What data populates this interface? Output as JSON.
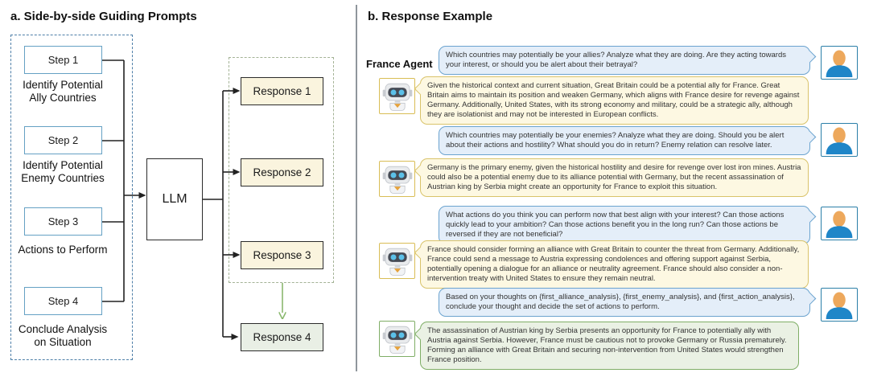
{
  "left_panel": {
    "title": "a. Side-by-side Guiding Prompts",
    "steps": [
      {
        "box": "Step 1",
        "label": "Identify Potential\nAlly Countries"
      },
      {
        "box": "Step 2",
        "label": "Identify Potential\nEnemy Countries"
      },
      {
        "box": "Step 3",
        "label": "Actions to Perform"
      },
      {
        "box": "Step 4",
        "label": "Conclude Analysis\non Situation"
      }
    ],
    "llm_label": "LLM",
    "responses": [
      "Response 1",
      "Response 2",
      "Response 3",
      "Response 4"
    ]
  },
  "right_panel": {
    "title": "b. Response Example",
    "agent_label": "France Agent",
    "messages": [
      {
        "role": "user",
        "text": "Which countries may potentially be your allies? Analyze what they are doing. Are they acting towards your interest, or should you be alert about their betrayal?"
      },
      {
        "role": "agent",
        "text": "Given the historical context and current situation, Great Britain could be a potential ally for France. Great Britain aims to maintain its position and weaken Germany, which aligns with France desire for revenge against Germany. Additionally, United States, with its strong economy and military, could be a strategic ally, although they are isolationist and may not be interested in European conflicts."
      },
      {
        "role": "user",
        "text": "Which countries may potentially be your enemies? Analyze what they are doing. Should you be alert about their actions and hostility? What should you do in return? Enemy relation can resolve later."
      },
      {
        "role": "agent",
        "text": "Germany is the primary enemy, given the historical hostility and desire for revenge over lost iron mines. Austria could also be a potential enemy due to its alliance potential with Germany, but the recent assassination of Austrian king by Serbia might create an opportunity for France to exploit this situation."
      },
      {
        "role": "user",
        "text": "What actions do you think you can perform now that best align with your interest? Can those actions quickly lead to your ambition? Can those actions benefit you in the long run? Can those actions be reversed if they are not beneficial?"
      },
      {
        "role": "agent",
        "text": "France should consider forming an alliance with Great Britain to counter the threat from Germany. Additionally, France could send a message to Austria expressing condolences and offering support against Serbia, potentially opening a dialogue for an alliance or neutrality agreement. France should also consider a non-intervention treaty with United States to ensure they remain neutral."
      },
      {
        "role": "user",
        "text": "Based on your thoughts on {first_alliance_analysis}, {first_enemy_analysis}, and {first_action_analysis}, conclude your thought and decide the set of actions to perform."
      },
      {
        "role": "agent_final",
        "text": "The assassination of Austrian king by Serbia presents an opportunity for France to potentially ally with Austria against Serbia. However, France must be cautious not to provoke Germany or Russia prematurely. Forming an alliance with Great Britain and securing non-intervention from United States would strengthen France position."
      }
    ]
  },
  "icons": {
    "agent": "robot-icon",
    "user": "person-icon"
  },
  "colors": {
    "user_bubble_fill": "#e4eef9",
    "user_bubble_border": "#6ba3cf",
    "agent_bubble_fill": "#fdf8e2",
    "agent_bubble_border": "#d9c36a",
    "final_bubble_fill": "#eaf1e4",
    "final_bubble_border": "#7fae66",
    "step_box_border": "#65a1c4",
    "steps_group_border": "#4e7fa8",
    "response_fill": "#faf4de",
    "response4_fill": "#e9efe5",
    "responses_group_border": "#a3b295",
    "green_arrow": "#8ab86e"
  }
}
